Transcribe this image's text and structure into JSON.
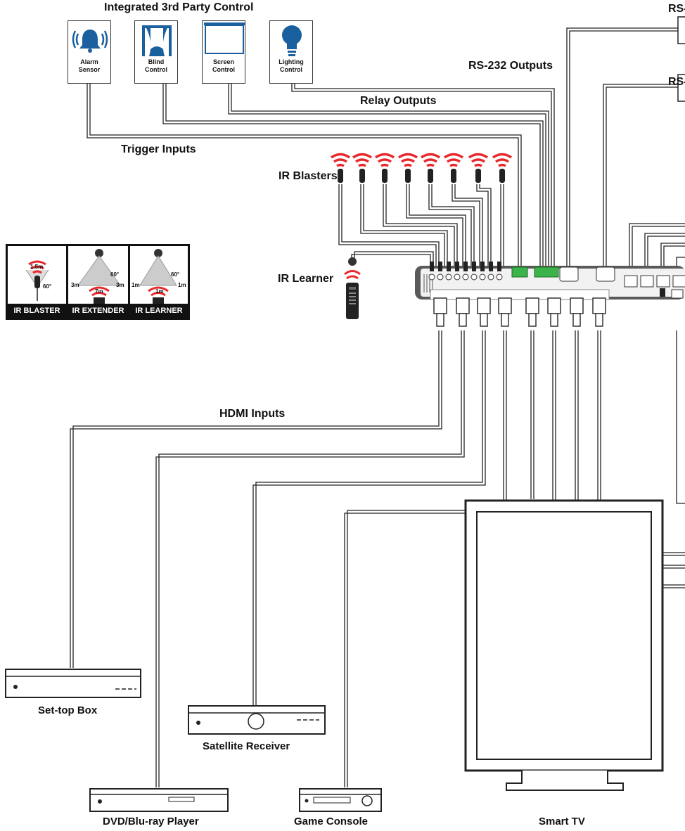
{
  "labels": {
    "integrated": "Integrated 3rd Party Control",
    "rs232_outputs": "RS-232 Outputs",
    "relay_outputs": "Relay Outputs",
    "trigger_inputs": "Trigger Inputs",
    "ir_blasters": "IR Blasters",
    "ir_learner": "IR Learner",
    "hdmi_inputs": "HDMI Inputs",
    "rs_top": "RS-",
    "rs_mid": "RS-"
  },
  "controls": {
    "alarm": "Alarm Sensor",
    "blind": "Blind Control",
    "screen": "Screen Control",
    "lighting": "Lighting Control"
  },
  "legend": {
    "blaster": {
      "title": "IR BLASTER",
      "range": "1.5m",
      "angle": "60°"
    },
    "extender": {
      "title": "IR EXTENDER",
      "left": "3m",
      "right": "3m",
      "range": "7m",
      "angle": "60°"
    },
    "learner": {
      "title": "IR LEARNER",
      "left": "1m",
      "right": "1m",
      "range": "1m",
      "angle": "60°"
    }
  },
  "devices": {
    "settop": "Set-top Box",
    "satellite": "Satellite Receiver",
    "dvd": "DVD/Blu-ray Player",
    "game": "Game Console",
    "tv": "Smart TV"
  },
  "colors": {
    "ir_signal": "#e8282b",
    "icon_blue": "#1a5f9e",
    "terminal_green": "#3bb34a",
    "chassis": "#555555"
  }
}
